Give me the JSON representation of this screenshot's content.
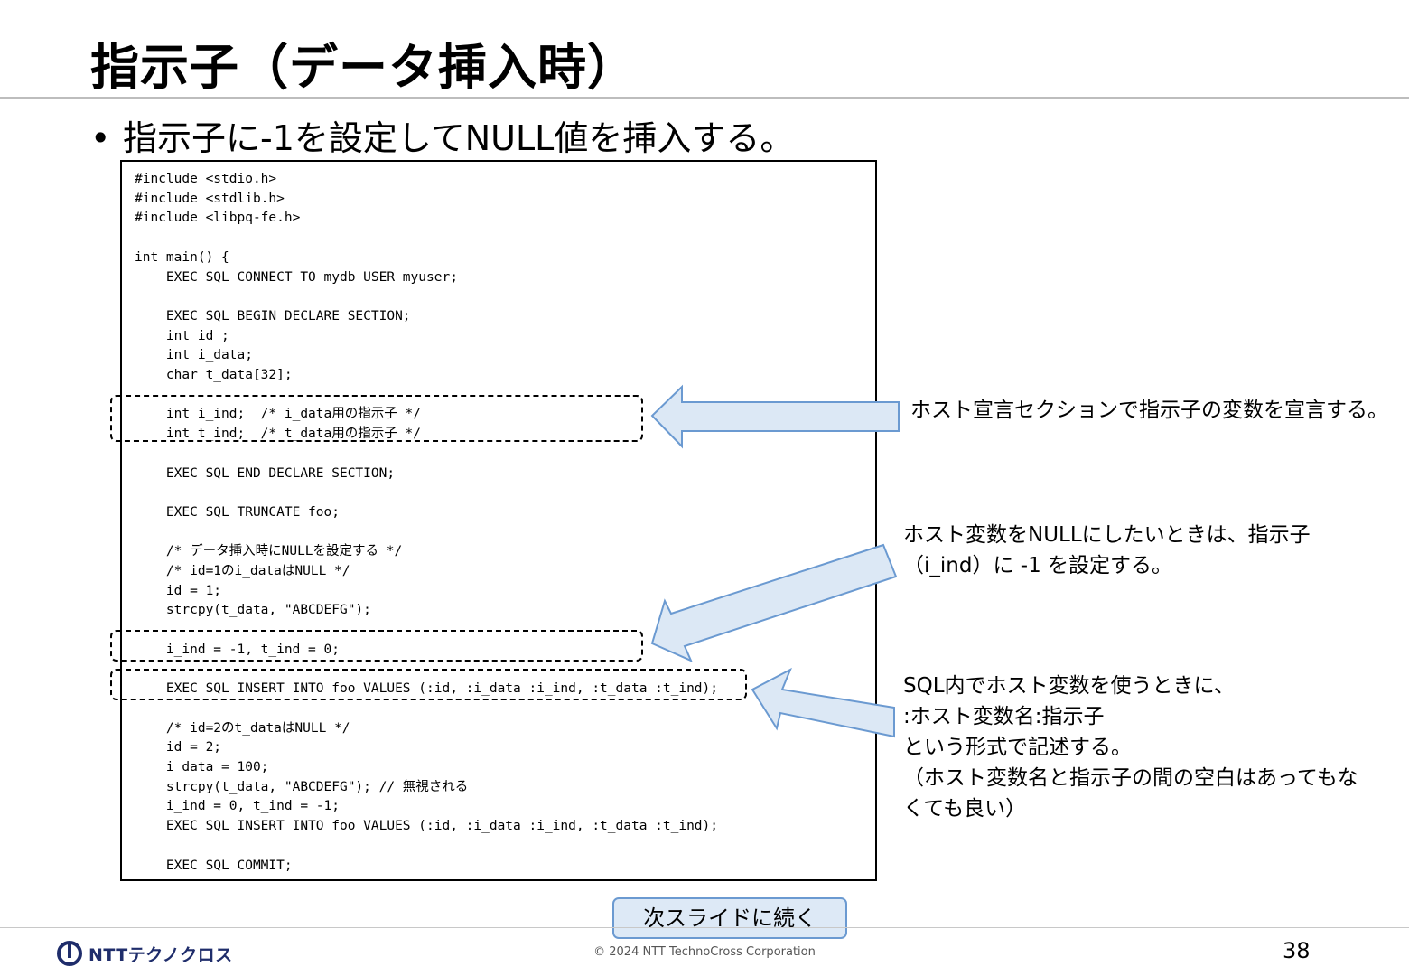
{
  "title": "指示子（データ挿入時）",
  "bullet": {
    "dot": "•",
    "text": "指示子に-1を設定してNULL値を挿入する。"
  },
  "code_lines": [
    "#include <stdio.h>",
    "#include <stdlib.h>",
    "#include <libpq-fe.h>",
    "",
    "int main() {",
    "    EXEC SQL CONNECT TO mydb USER myuser;",
    "",
    "    EXEC SQL BEGIN DECLARE SECTION;",
    "    int id ;",
    "    int i_data;",
    "    char t_data[32];",
    "",
    "    int i_ind;  /* i_data用の指示子 */",
    "    int t_ind;  /* t_data用の指示子 */",
    "",
    "    EXEC SQL END DECLARE SECTION;",
    "",
    "    EXEC SQL TRUNCATE foo;",
    "",
    "    /* データ挿入時にNULLを設定する */",
    "    /* id=1のi_dataはNULL */",
    "    id = 1;",
    "    strcpy(t_data, \"ABCDEFG\");",
    "",
    "    i_ind = -1, t_ind = 0;",
    "",
    "    EXEC SQL INSERT INTO foo VALUES (:id, :i_data :i_ind, :t_data :t_ind);",
    "",
    "    /* id=2のt_dataはNULL */",
    "    id = 2;",
    "    i_data = 100;",
    "    strcpy(t_data, \"ABCDEFG\"); // 無視される",
    "    i_ind = 0, t_ind = -1;",
    "    EXEC SQL INSERT INTO foo VALUES (:id, :i_data :i_ind, :t_data :t_ind);",
    "",
    "    EXEC SQL COMMIT;"
  ],
  "notes": {
    "note1": [
      "ホスト宣言セクションで指示子の変数を宣言する。"
    ],
    "note2": [
      "ホスト変数をNULLにしたいときは、指示子",
      "（i_ind）に -1 を設定する。"
    ],
    "note3": [
      "SQL内でホスト変数を使うときに、",
      ":ホスト変数名:指示子",
      "という形式で記述する。",
      "（ホスト変数名と指示子の間の空白はあってもな",
      "くても良い）"
    ]
  },
  "next_button": "次スライドに続く",
  "footer": {
    "logo_text": "NTTテクノクロス",
    "logo_icon": "ntt-logo-icon",
    "copyright": "© 2024 NTT TechnoCross Corporation",
    "page_number": "38"
  },
  "colors": {
    "arrow_fill": "#dce8f5",
    "arrow_stroke": "#6b9ad1",
    "button_fill": "#dde9f6",
    "logo": "#1f2d6b"
  }
}
